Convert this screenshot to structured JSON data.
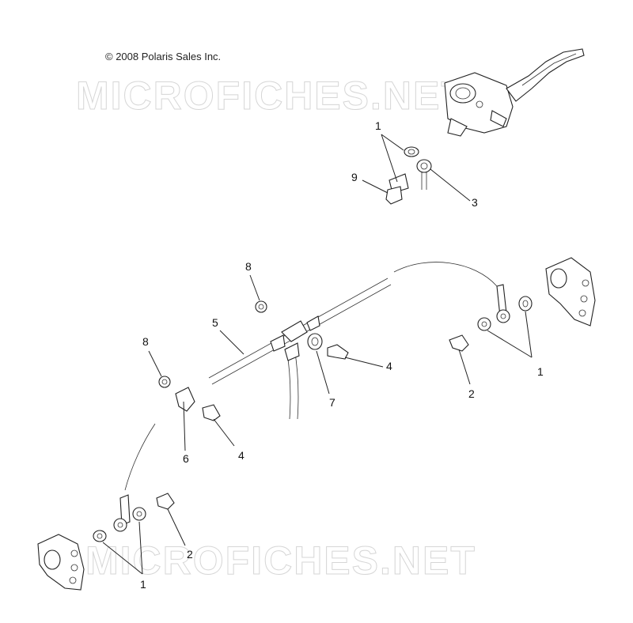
{
  "copyright": "© 2008 Polaris Sales Inc.",
  "watermark": "MICROFICHES.NET",
  "callouts": {
    "c1_top": "1",
    "c9": "9",
    "c3": "3",
    "c8_a": "8",
    "c5": "5",
    "c8_b": "8",
    "c7": "7",
    "c4_right": "4",
    "c4_left": "4",
    "c6": "6",
    "c2_right": "2",
    "c1_right": "1",
    "c2_left": "2",
    "c1_bottom": "1"
  }
}
